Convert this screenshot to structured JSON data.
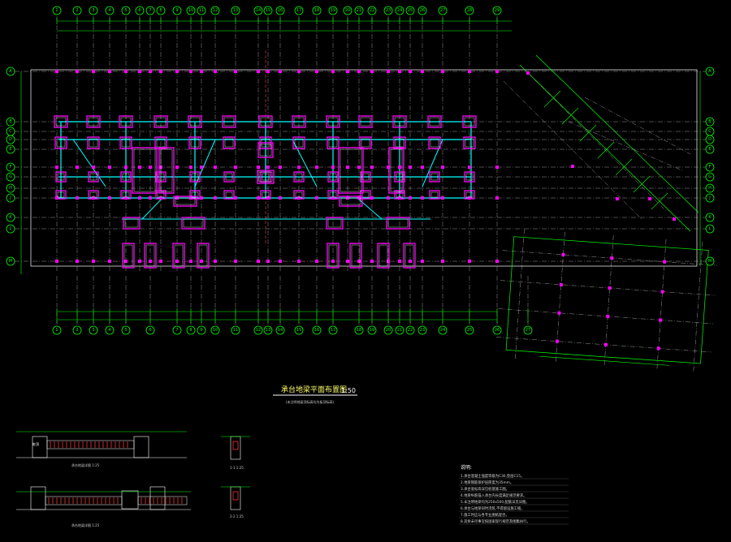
{
  "drawing": {
    "title": "承台地梁平面布置图",
    "scale": "1:50",
    "subtitle": "(未注明地梁顶标高均为板顶标高)",
    "bg_color": "#000000",
    "colors": {
      "axis_bubble": "#00ff00",
      "column_pier": "#ff00ff",
      "beam": "#00ffff",
      "grid_line": "#ffffff",
      "rebar": "#ff3333",
      "title": "#ffff66"
    }
  },
  "axes": {
    "top": [
      "1",
      "2",
      "3",
      "4",
      "5",
      "6",
      "7",
      "8",
      "9",
      "10",
      "11",
      "12",
      "13",
      "14",
      "15",
      "16",
      "17",
      "18",
      "19",
      "20",
      "21",
      "22",
      "23",
      "24",
      "25",
      "26",
      "27",
      "28",
      "29"
    ],
    "bottom": [
      "1",
      "2",
      "3",
      "4",
      "5",
      "6",
      "7",
      "8",
      "9",
      "10",
      "11",
      "12",
      "13",
      "14",
      "15",
      "16",
      "17",
      "18",
      "19",
      "20",
      "21",
      "22",
      "23",
      "24",
      "25",
      "26",
      "27"
    ],
    "left": [
      "A",
      "B",
      "C",
      "D",
      "E",
      "F",
      "G",
      "H",
      "J",
      "K",
      "L",
      "M"
    ],
    "right": [
      "A",
      "B",
      "C",
      "D",
      "E",
      "F",
      "G",
      "H",
      "J",
      "K",
      "L",
      "M"
    ]
  },
  "sections": {
    "sec1": "承台地梁详图 1:25",
    "sec2": "承台地梁详图 1:25",
    "det1": "1-1 1:25",
    "det2": "2-2 1:25",
    "pile_label": "桩顶"
  },
  "notes": {
    "title": "说明:",
    "items": [
      "1.承台混凝土强度等级为C30,垫层C15。",
      "2.地梁钢筋保护层厚度为35mm。",
      "3.承台底标高详见桩基施工图。",
      "4.地梁纵筋锚入承台内长度满足规范要求。",
      "5.未注明地梁均为250x500,配筋详见详图。",
      "6.承台与地梁同时浇筑,不得留设施工缝。",
      "7.施工时应与各专业图纸配合。",
      "8.其余未尽事宜按国家现行规范及图集执行。"
    ]
  }
}
